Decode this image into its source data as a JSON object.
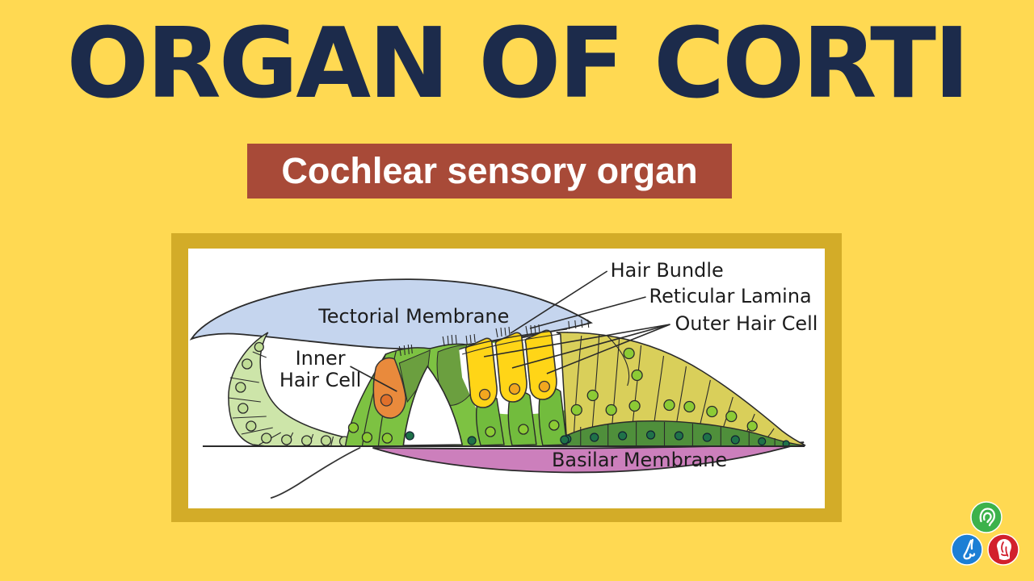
{
  "page": {
    "title": "ORGAN OF CORTI",
    "subtitle": "Cochlear sensory organ"
  },
  "diagram": {
    "labels": {
      "tectorial_membrane": "Tectorial Membrane",
      "inner_hair_cell_line1": "Inner",
      "inner_hair_cell_line2": "Hair Cell",
      "hair_bundle": "Hair Bundle",
      "reticular_lamina": "Reticular Lamina",
      "outer_hair_cell": "Outer Hair Cell",
      "basilar_membrane": "Basilar Membrane"
    }
  },
  "logo": {
    "icons": [
      {
        "name": "ear-icon",
        "color": "#3CB24B"
      },
      {
        "name": "nose-icon",
        "color": "#1C7FD5"
      },
      {
        "name": "throat-icon",
        "color": "#D2202C"
      }
    ]
  },
  "colors": {
    "bg": "#FFD952",
    "title": "#1C2B4B",
    "subtitle_bg": "#A84A38",
    "subtitle_text": "#FFFFFF",
    "frame": "#D3AC28",
    "outline": "#2A2A2A",
    "label": "#1C1C1C",
    "tm_blue": "#C5D5EE",
    "lt_green": "#CDE5A9",
    "lt_green_nucleus": "#C0DD96",
    "green": "#7DC242",
    "green_dark": "#6B9F3F",
    "deiters": "#72BC3D",
    "hensen": "#D9CF5A",
    "hensen_nucleus": "#8CCB35",
    "dark_green": "#4F8F3B",
    "dark_nucleus": "#1F7249",
    "yellow": "#FFD517",
    "gold_nucleus": "#F2A71F",
    "orange": "#E98A3C",
    "orange_nucleus": "#E0702A",
    "pink": "#CC7FBC",
    "logo_green": "#3CB24B",
    "logo_blue": "#1C7FD5",
    "logo_red": "#D2202C"
  }
}
